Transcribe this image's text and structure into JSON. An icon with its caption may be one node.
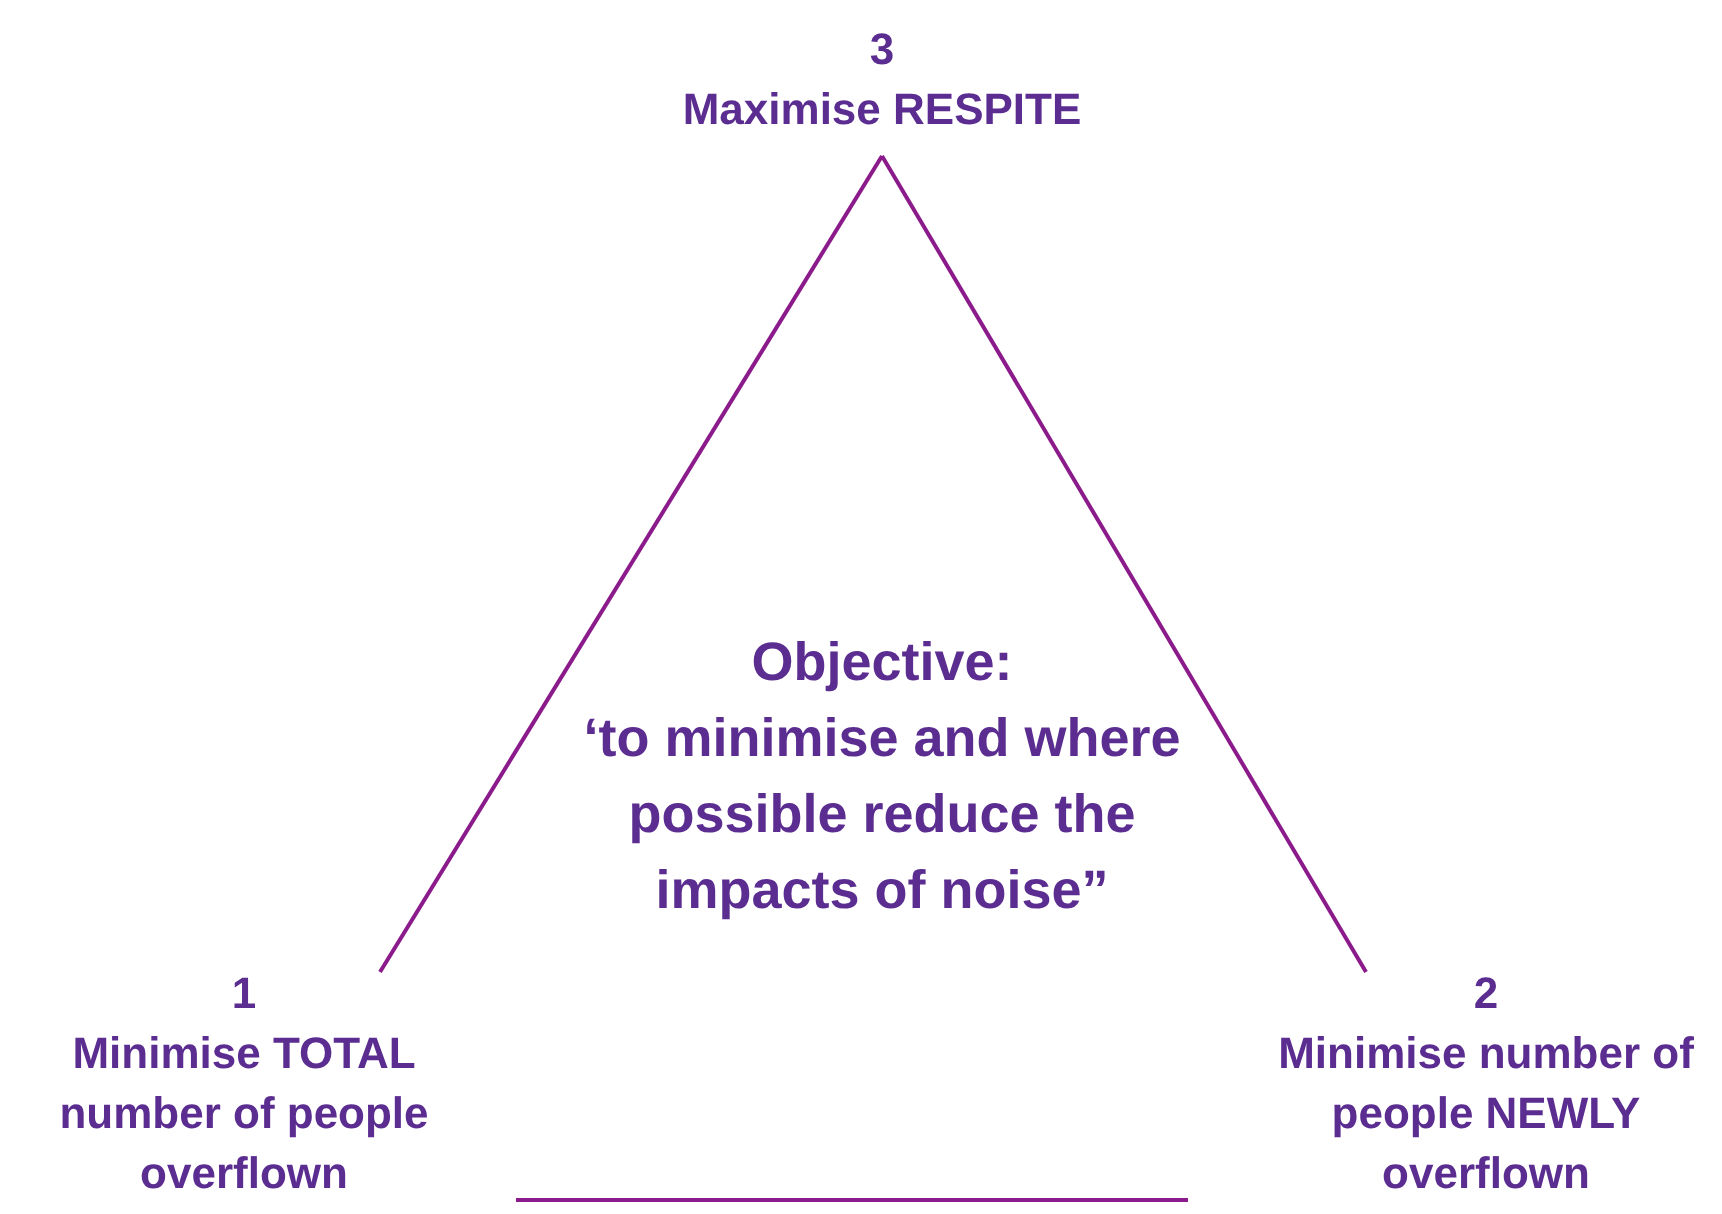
{
  "diagram": {
    "nodes": [
      {
        "text": [
          "3",
          "Maximise RESPITE"
        ]
      },
      {
        "text": [
          "1",
          "Minimise TOTAL number of people overflown"
        ]
      },
      {
        "text": [
          "2",
          "Minimise number of people NEWLY overflown"
        ]
      }
    ],
    "edges": [
      {
        "from": 0,
        "to": 1,
        "arrow": "none"
      },
      {
        "from": 0,
        "to": 2,
        "arrow": "none"
      },
      {
        "from": 1,
        "to": 2,
        "arrow": "none"
      }
    ],
    "labels": [
      "Objective:",
      "‘to minimise and where possible reduce the impacts of noise”"
    ]
  }
}
